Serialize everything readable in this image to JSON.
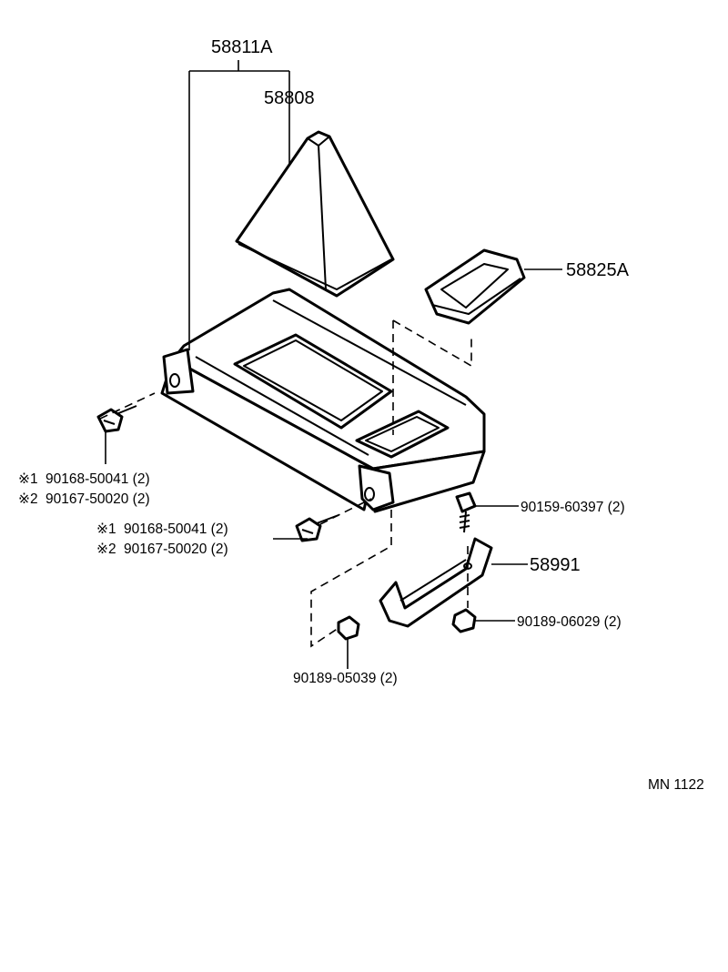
{
  "diagram": {
    "callouts": {
      "console_assy": "58811A",
      "shift_boot": "58808",
      "box_insert": "58825A",
      "bracket": "58991",
      "bolt": "90159-60397 (2)",
      "nut_right": "90189-06029 (2)",
      "nut_bottom": "90189-05039 (2)",
      "screw_left_1_mark": "※1",
      "screw_left_1": "90168-50041 (2)",
      "screw_left_2_mark": "※2",
      "screw_left_2": "90167-50020 (2)",
      "screw_mid_1_mark": "※1",
      "screw_mid_1": "90168-50041 (2)",
      "screw_mid_2_mark": "※2",
      "screw_mid_2": "90167-50020 (2)"
    },
    "drawing_ref": "MN  1122"
  }
}
